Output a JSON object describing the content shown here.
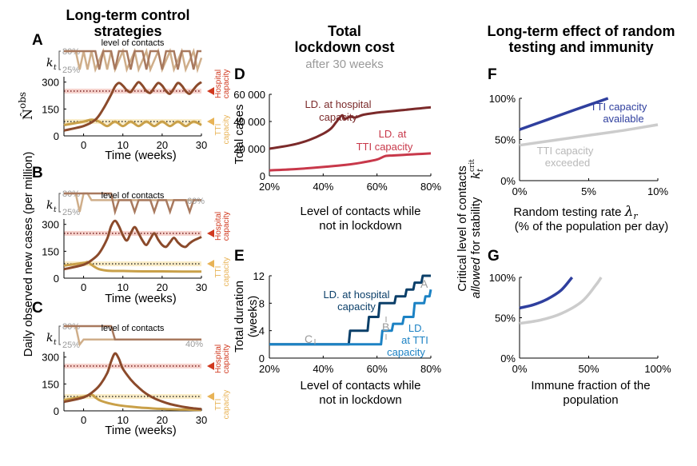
{
  "titles": {
    "left": [
      "Long-term control",
      "strategies"
    ],
    "middle": [
      "Total",
      "lockdown cost"
    ],
    "middle_sub": "after 30 weeks",
    "right": [
      "Long-term effect of random",
      "testing and immunity"
    ]
  },
  "labels": {
    "level_of_contacts": "level of contacts",
    "kt": "k",
    "kt_sub": "t",
    "n_obs": "N̂",
    "n_obs_sup": "obs",
    "hospital_capacity": [
      "Hospital",
      "capacity"
    ],
    "tti_capacity": [
      "TTI",
      "capacity"
    ],
    "pct80": "80%",
    "pct25": "25%",
    "pct60": "60%",
    "pct40": "40%",
    "left_ylabel": "Daily observed new cases (per million)",
    "time_xlabel": "Time (weeks)",
    "total_cases_ylabel": "Total cases",
    "total_duration_ylabel": [
      "Total duration",
      "(weeks)"
    ],
    "contacts_xlabel": [
      "Level of contacts while",
      "not in lockdown"
    ],
    "right_ylabel_1": "Critical level of contacts",
    "right_ylabel_2_italic": "allowed",
    "right_ylabel_2_rest": " for stability ",
    "right_ylabel_sym": "k",
    "right_ylabel_sub": "t",
    "right_ylabel_sup": "crit",
    "testing_xlabel_1": "Random testing rate ",
    "testing_xlabel_sym": "λ",
    "testing_xlabel_sub": "r",
    "testing_xlabel_2": "(% of the population per day)",
    "immune_xlabel": [
      "Immune fraction of the",
      "population"
    ],
    "ld_hospital": [
      "LD. at hospital",
      "capacity"
    ],
    "ld_tti_d": [
      "LD. at",
      "TTI capacity"
    ],
    "ld_tti_e": [
      "LD.",
      "at TTI",
      "capacity"
    ],
    "tti_available": [
      "TTI capacity",
      "available"
    ],
    "tti_exceeded": [
      "TTI capacity",
      "exceeded"
    ],
    "marker_a": "A",
    "marker_b": "B",
    "marker_c": "C"
  },
  "panel_letters": [
    "A",
    "B",
    "C",
    "D",
    "E",
    "F",
    "G"
  ],
  "colors": {
    "hospital_red": "#d0391f",
    "tti_yellow": "#e8b356",
    "brown": "#8b4a2b",
    "khaki": "#c9a049",
    "contact_dark": "#a8795e",
    "contact_light": "#cfae8a",
    "d_hospital": "#7b2a2a",
    "d_tti": "#c8384a",
    "e_hospital": "#0b3f69",
    "e_tti": "#1c82c4",
    "f_available": "#2f3f9e",
    "f_exceeded": "#cccccc"
  },
  "chart_data": [
    {
      "panel": "A",
      "type": "line",
      "xlabel": "",
      "ylabel": "N̂obs",
      "xlim": [
        -5,
        30
      ],
      "ylim": [
        0,
        330
      ],
      "xticks": [
        0,
        10,
        20,
        30
      ],
      "yticks": [
        0,
        150,
        300
      ],
      "hospital_capacity": 250,
      "tti_capacity": 80,
      "series": [
        {
          "x": [
            -5,
            0,
            3,
            5,
            7,
            8,
            9,
            10,
            11,
            12,
            13,
            14,
            15,
            16,
            17,
            18,
            19,
            20,
            21,
            22,
            23,
            24,
            25,
            26,
            27,
            28,
            29,
            30
          ],
          "y": [
            30,
            55,
            90,
            150,
            230,
            275,
            295,
            280,
            255,
            245,
            275,
            300,
            280,
            250,
            240,
            270,
            295,
            280,
            250,
            235,
            265,
            295,
            280,
            250,
            235,
            260,
            285,
            300
          ]
        },
        {
          "x": [
            -5,
            0,
            2,
            4,
            6,
            8,
            10,
            12,
            14,
            16,
            18,
            20,
            22,
            24,
            26,
            28,
            30
          ],
          "y": [
            60,
            80,
            90,
            80,
            55,
            80,
            55,
            80,
            55,
            80,
            55,
            80,
            55,
            80,
            55,
            80,
            60
          ]
        }
      ],
      "contacts": {
        "high": 80,
        "low": 25
      }
    },
    {
      "panel": "B",
      "type": "line",
      "xlabel": "",
      "ylabel": "",
      "xlim": [
        -5,
        30
      ],
      "ylim": [
        0,
        330
      ],
      "xticks": [
        0,
        10,
        20,
        30
      ],
      "yticks": [
        0,
        150,
        300
      ],
      "hospital_capacity": 250,
      "tti_capacity": 80,
      "series": [
        {
          "x": [
            -5,
            0,
            2,
            4,
            6,
            7,
            8,
            9,
            10,
            11,
            12,
            13,
            14,
            15,
            16,
            17,
            18,
            19,
            20,
            21,
            22,
            23,
            24,
            25,
            26,
            27,
            28,
            29,
            30
          ],
          "y": [
            50,
            75,
            100,
            140,
            220,
            290,
            320,
            290,
            240,
            210,
            250,
            285,
            250,
            210,
            185,
            220,
            250,
            215,
            185,
            175,
            200,
            225,
            200,
            180,
            175,
            195,
            210,
            220,
            230
          ]
        },
        {
          "x": [
            -5,
            0,
            1,
            2,
            3,
            4,
            6,
            8,
            10,
            15,
            20,
            25,
            30
          ],
          "y": [
            70,
            85,
            90,
            75,
            60,
            50,
            42,
            40,
            40,
            38,
            38,
            37,
            37
          ]
        }
      ],
      "contacts": {
        "high": 80,
        "low": 25,
        "end": 60
      }
    },
    {
      "panel": "C",
      "type": "line",
      "xlabel": "Time (weeks)",
      "ylabel": "",
      "xlim": [
        -5,
        30
      ],
      "ylim": [
        0,
        330
      ],
      "xticks": [
        0,
        10,
        20,
        30
      ],
      "yticks": [
        0,
        150,
        300
      ],
      "hospital_capacity": 250,
      "tti_capacity": 80,
      "series": [
        {
          "x": [
            -5,
            0,
            2,
            4,
            6,
            7,
            8,
            9,
            10,
            12,
            14,
            16,
            18,
            20,
            22,
            24,
            26,
            28,
            30
          ],
          "y": [
            50,
            75,
            100,
            140,
            210,
            275,
            320,
            290,
            235,
            175,
            130,
            95,
            70,
            52,
            38,
            28,
            20,
            14,
            10
          ]
        },
        {
          "x": [
            -5,
            0,
            2,
            3,
            4,
            6,
            8,
            10,
            12,
            14,
            16,
            18,
            20,
            22,
            24,
            26,
            28,
            30
          ],
          "y": [
            60,
            80,
            90,
            75,
            60,
            45,
            35,
            28,
            23,
            19,
            16,
            13,
            11,
            9,
            8,
            7,
            6,
            5
          ]
        }
      ],
      "contacts": {
        "high": 80,
        "low": 25,
        "end": 40
      }
    },
    {
      "panel": "D",
      "type": "line",
      "xlabel": "Level of contacts while not in lockdown",
      "ylabel": "Total cases",
      "xlim": [
        20,
        80
      ],
      "ylim": [
        0,
        60000
      ],
      "xticks": [
        "20%",
        "40%",
        "60%",
        "80%"
      ],
      "yticks": [
        "0",
        "20 000",
        "40 000",
        "60 000"
      ],
      "series": [
        {
          "name": "LD. at hospital capacity",
          "x": [
            20,
            25,
            30,
            35,
            40,
            43,
            45,
            47,
            48,
            50,
            52,
            55,
            60,
            65,
            70,
            75,
            80
          ],
          "y": [
            20000,
            21500,
            23500,
            26500,
            31000,
            35000,
            40000,
            44500,
            42000,
            43500,
            43000,
            45000,
            46500,
            47500,
            48500,
            49500,
            50500
          ]
        },
        {
          "name": "LD. at TTI capacity",
          "x": [
            20,
            30,
            40,
            50,
            55,
            60,
            63,
            66,
            70,
            75,
            80
          ],
          "y": [
            4000,
            5000,
            6500,
            8500,
            10000,
            12000,
            14500,
            15000,
            15500,
            16000,
            16500
          ]
        }
      ]
    },
    {
      "panel": "E",
      "type": "line",
      "xlabel": "Level of contacts while not in lockdown",
      "ylabel": "Total duration (weeks)",
      "xlim": [
        20,
        80
      ],
      "ylim": [
        0,
        12
      ],
      "xticks": [
        "20%",
        "40%",
        "60%",
        "80%"
      ],
      "yticks": [
        "0",
        "4",
        "8",
        "12"
      ],
      "series": [
        {
          "name": "LD. at hospital capacity",
          "x": [
            20,
            49.5,
            50,
            56.5,
            57,
            60.5,
            61,
            66.5,
            67,
            70.5,
            71,
            73.5,
            74,
            76.5,
            77,
            78,
            80
          ],
          "y": [
            2,
            2,
            4,
            4,
            6,
            6,
            8,
            8,
            9,
            9,
            10,
            10,
            11,
            11,
            12,
            12,
            12
          ]
        },
        {
          "name": "LD. at TTI capacity",
          "x": [
            20,
            61.5,
            62,
            65.5,
            66,
            69.5,
            70,
            73.5,
            74,
            77.5,
            78,
            79.5,
            80
          ],
          "y": [
            2,
            2,
            4,
            4,
            5,
            5,
            6,
            6,
            8,
            8,
            9,
            9,
            10
          ]
        }
      ],
      "markers": [
        "A",
        "B",
        "C"
      ]
    },
    {
      "panel": "F",
      "type": "line",
      "xlabel": "Random testing rate λr (% of the population per day)",
      "ylabel": "Critical level of contacts allowed for stability kt crit",
      "xlim": [
        0,
        10
      ],
      "ylim": [
        0,
        100
      ],
      "xticks": [
        "0%",
        "5%",
        "10%"
      ],
      "yticks": [
        "0%",
        "50%",
        "100%"
      ],
      "series": [
        {
          "name": "TTI capacity available",
          "x": [
            0,
            2,
            4,
            6.4
          ],
          "y": [
            62,
            74,
            86,
            100
          ]
        },
        {
          "name": "TTI capacity exceeded",
          "x": [
            0,
            2.5,
            5,
            7.5,
            10
          ],
          "y": [
            43,
            49,
            55,
            61,
            68
          ]
        }
      ]
    },
    {
      "panel": "G",
      "type": "line",
      "xlabel": "Immune fraction of the population",
      "ylabel": "",
      "xlim": [
        0,
        100
      ],
      "ylim": [
        0,
        100
      ],
      "xticks": [
        "0%",
        "50%",
        "100%"
      ],
      "yticks": [
        "0%",
        "50%",
        "100%"
      ],
      "series": [
        {
          "name": "TTI capacity available",
          "x": [
            0,
            10,
            20,
            30,
            38
          ],
          "y": [
            62,
            66,
            73,
            84,
            100
          ]
        },
        {
          "name": "TTI capacity exceeded",
          "x": [
            0,
            15,
            30,
            45,
            55,
            59
          ],
          "y": [
            43,
            47,
            55,
            70,
            90,
            100
          ]
        }
      ]
    }
  ]
}
